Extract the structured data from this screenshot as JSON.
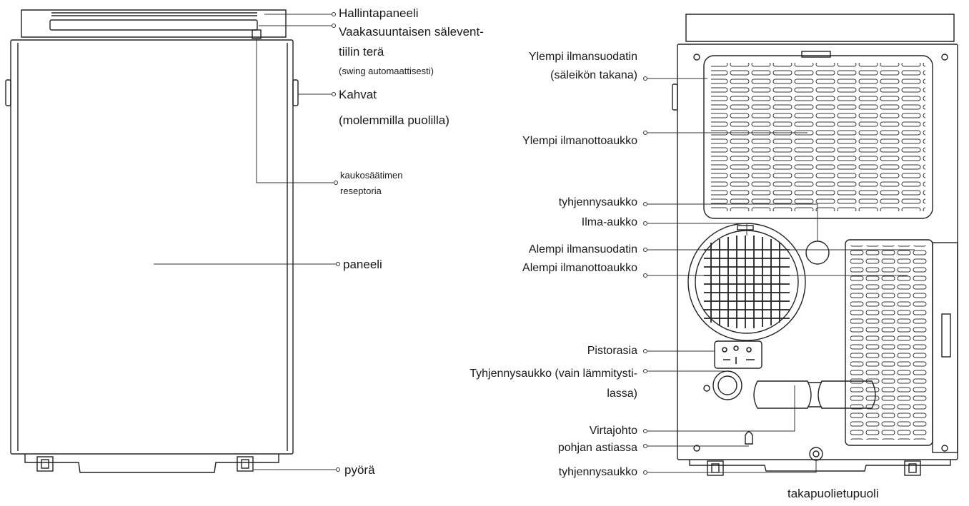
{
  "front_view": {
    "labels": {
      "control_panel": "Hallintapaneeli",
      "louver_line1": "Vaakasuuntaisen sälevent-",
      "louver_line2": "tiilin terä",
      "louver_note": "(swing automaattisesti)",
      "handles_line1": "Kahvat",
      "handles_line2": "(molemmilla puolilla)",
      "remote_line1": "kaukosäätimen",
      "remote_line2": "reseptoria",
      "panel": "paneeli",
      "wheel": "pyörä"
    }
  },
  "rear_view": {
    "title": "takapuolietupuoli",
    "labels": {
      "upper_filter_line1": "Ylempi ilmansuodatin",
      "upper_filter_line2": "(säleikön takana)",
      "upper_intake": "Ylempi ilmanottoaukko",
      "drain_outlet": "tyhjennysaukko",
      "air_outlet": "Ilma-aukko",
      "lower_filter": "Alempi ilmansuodatin",
      "lower_intake": "Alempi ilmanottoaukko",
      "socket": "Pistorasia",
      "heating_drain_line1": "Tyhjennysaukko (vain lämmitysti-",
      "heating_drain_line2": "lassa)",
      "power_cord": "Virtajohto",
      "tray_line1": "pohjan astiassa",
      "bottom_drain": "tyhjennysaukko"
    }
  }
}
